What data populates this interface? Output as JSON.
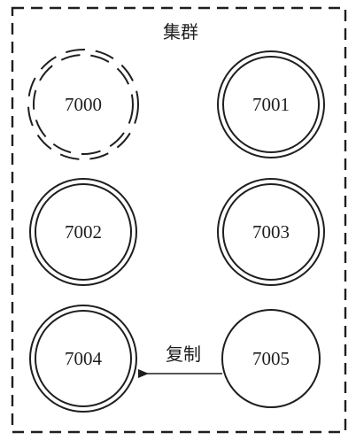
{
  "cluster": {
    "label": "集群"
  },
  "nodes": [
    {
      "id": "7000",
      "label": "7000",
      "state": "failed"
    },
    {
      "id": "7001",
      "label": "7001",
      "state": "active"
    },
    {
      "id": "7002",
      "label": "7002",
      "state": "active"
    },
    {
      "id": "7003",
      "label": "7003",
      "state": "active"
    },
    {
      "id": "7004",
      "label": "7004",
      "state": "active"
    },
    {
      "id": "7005",
      "label": "7005",
      "state": "replica"
    }
  ],
  "replication": {
    "label": "复制",
    "from": "7005",
    "to": "7004"
  },
  "colors": {
    "stroke": "#1e1e1e",
    "background": "#ffffff"
  }
}
